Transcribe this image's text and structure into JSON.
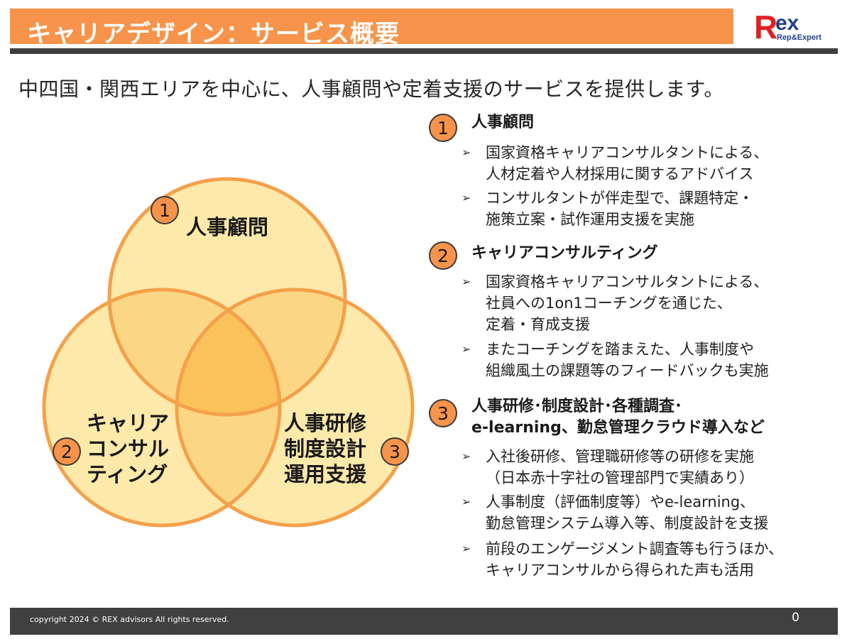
{
  "header": {
    "title": "キャリアデザイン：サービス概要",
    "logo_text": "Rex",
    "logo_sub": "Rep&Expert",
    "brand_color": "#f7934a",
    "logo_red": "#e02020",
    "logo_blue": "#1f3f8f"
  },
  "subtitle": "中四国・関西エリアを中心に、人事顧問や定着支援のサービスを提供します。",
  "venn": {
    "circles": [
      {
        "number": "1",
        "lines": [
          "人事顧問"
        ]
      },
      {
        "number": "2",
        "lines": [
          "キャリア",
          "コンサル",
          "ティング"
        ]
      },
      {
        "number": "3",
        "lines": [
          "人事研修",
          "制度設計",
          "運用支援"
        ]
      }
    ],
    "fill_color": "#fde9a9",
    "center_color": "#f9c25a",
    "stroke_color": "#f5a04a"
  },
  "sections": [
    {
      "number": "1",
      "heading": [
        "人事顧問"
      ],
      "bullets": [
        [
          "国家資格キャリアコンサルタントによる、",
          "人材定着や人材採用に関するアドバイス"
        ],
        [
          "コンサルタントが伴走型で、課題特定・",
          "施策立案・試作運用支援を実施"
        ]
      ]
    },
    {
      "number": "2",
      "heading": [
        "キャリアコンサルティング"
      ],
      "bullets": [
        [
          "国家資格キャリアコンサルタントによる、",
          "社員への1on1コーチングを通じた、",
          "定着・育成支援"
        ],
        [
          "またコーチングを踏まえた、人事制度や",
          "組織風土の課題等のフィードバックも実施"
        ]
      ]
    },
    {
      "number": "3",
      "heading": [
        "人事研修･制度設計･各種調査･",
        "e-learning、勤怠管理クラウド導入など"
      ],
      "bullets": [
        [
          "入社後研修、管理職研修等の研修を実施",
          "（日本赤十字社の管理部門で実績あり）"
        ],
        [
          "人事制度（評価制度等）やe-learning、",
          "勤怠管理システム導入等、制度設計を支援"
        ],
        [
          "前段のエンゲージメント調査等も行うほか、",
          "キャリアコンサルから得られた声も活用"
        ]
      ]
    }
  ],
  "footer": {
    "copyright": "copyright 2024 © REX advisors All rights reserved.",
    "page_number": "0"
  }
}
